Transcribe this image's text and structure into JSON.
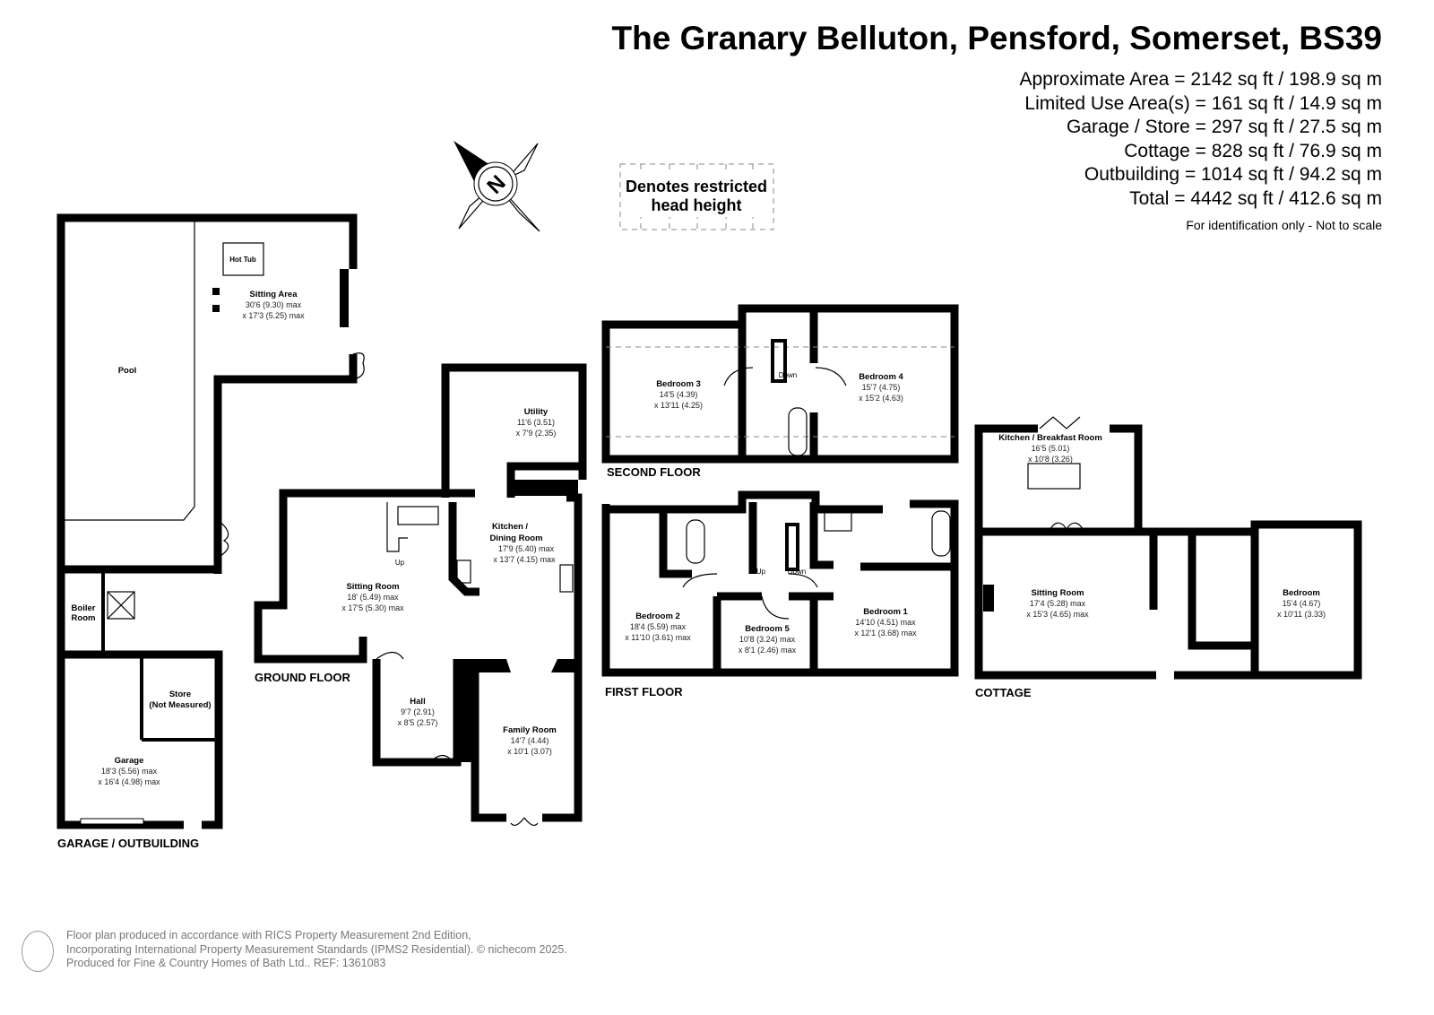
{
  "header": {
    "title": "The Granary Belluton, Pensford, Somerset, BS39",
    "areas": [
      "Approximate Area = 2142 sq ft / 198.9 sq m",
      "Limited Use Area(s) = 161 sq ft / 14.9 sq m",
      "Garage / Store = 297 sq ft / 27.5 sq m",
      "Cottage = 828 sq ft / 76.9 sq m",
      "Outbuilding = 1014 sq ft / 94.2 sq m",
      "Total = 4442 sq ft / 412.6 sq m"
    ],
    "note": "For identification only - Not to scale"
  },
  "compass": {
    "label": "N"
  },
  "legend": {
    "line1": "Denotes restricted",
    "line2": "head height"
  },
  "floors": {
    "outbuilding": "GARAGE / OUTBUILDING",
    "ground": "GROUND FLOOR",
    "first": "FIRST FLOOR",
    "second": "SECOND FLOOR",
    "cottage": "COTTAGE"
  },
  "rooms": {
    "pool": {
      "name": "Pool"
    },
    "hot_tub": {
      "name": "Hot Tub"
    },
    "sitting_area": {
      "name": "Sitting Area",
      "d1": "30'6 (9.30) max",
      "d2": "x 17'3 (5.25) max"
    },
    "boiler": {
      "name1": "Boiler",
      "name2": "Room"
    },
    "store": {
      "name": "Store",
      "d1": "(Not Measured)"
    },
    "garage": {
      "name": "Garage",
      "d1": "18'3 (5.56) max",
      "d2": "x 16'4 (4.98) max"
    },
    "utility": {
      "name": "Utility",
      "d1": "11'6 (3.51)",
      "d2": "x 7'9 (2.35)"
    },
    "kitchen_dining": {
      "name1": "Kitchen /",
      "name2": "Dining Room",
      "d1": "17'9 (5.40) max",
      "d2": "x 13'7 (4.15) max"
    },
    "sitting_room": {
      "name": "Sitting Room",
      "d1": "18' (5.49) max",
      "d2": "x 17'5 (5.30) max"
    },
    "hall": {
      "name": "Hall",
      "d1": "9'7 (2.91)",
      "d2": "x 8'5 (2.57)"
    },
    "family_room": {
      "name": "Family Room",
      "d1": "14'7 (4.44)",
      "d2": "x 10'1 (3.07)"
    },
    "bedroom3": {
      "name": "Bedroom 3",
      "d1": "14'5 (4.39)",
      "d2": "x 13'11 (4.25)"
    },
    "bedroom4": {
      "name": "Bedroom 4",
      "d1": "15'7 (4.75)",
      "d2": "x 15'2 (4.63)"
    },
    "bedroom2": {
      "name": "Bedroom 2",
      "d1": "18'4 (5.59) max",
      "d2": "x 11'10 (3.61) max"
    },
    "bedroom5": {
      "name": "Bedroom 5",
      "d1": "10'8 (3.24) max",
      "d2": "x 8'1 (2.46) max"
    },
    "bedroom1": {
      "name": "Bedroom 1",
      "d1": "14'10 (4.51) max",
      "d2": "x 12'1 (3.68) max"
    },
    "cottage_kitchen": {
      "name": "Kitchen / Breakfast Room",
      "d1": "16'5 (5.01)",
      "d2": "x 10'8 (3.26)"
    },
    "cottage_sitting": {
      "name": "Sitting Room",
      "d1": "17'4 (5.28) max",
      "d2": "x 15'3 (4.65) max"
    },
    "cottage_bedroom": {
      "name": "Bedroom",
      "d1": "15'4 (4.67)",
      "d2": "x 10'11 (3.33)"
    }
  },
  "stairs": {
    "up": "Up",
    "down": "Down"
  },
  "footer": {
    "line1": "Floor plan produced in accordance with RICS Property Measurement 2nd Edition,",
    "line2": "Incorporating International Property Measurement Standards (IPMS2 Residential).   © nichecom 2025.",
    "line3": "Produced for Fine & Country Homes of Bath Ltd..   REF: 1361083"
  }
}
